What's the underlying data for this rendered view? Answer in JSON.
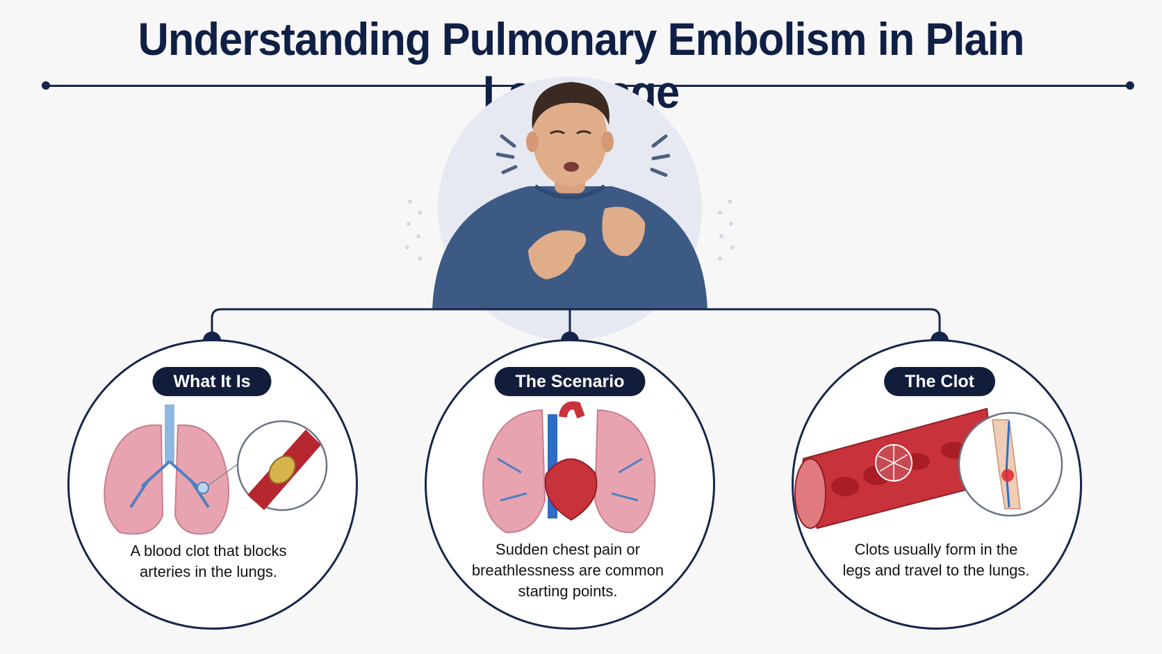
{
  "title": "Understanding Pulmonary Embolism in Plain Language",
  "sections": [
    {
      "label": "What It Is",
      "caption": "A blood clot that blocks arteries in the lungs."
    },
    {
      "label": "The Scenario",
      "caption": "Sudden chest pain or breathlessness are common starting points."
    },
    {
      "label": "The Clot",
      "caption": "Clots usually form in the legs and travel to the lungs."
    }
  ],
  "colors": {
    "navy": "#15254a",
    "pill": "#111d3b",
    "sweater": "#3d5a85",
    "lung": "#e7a3b0",
    "vessel": "#c8323b",
    "artery": "#2f6cc4"
  }
}
